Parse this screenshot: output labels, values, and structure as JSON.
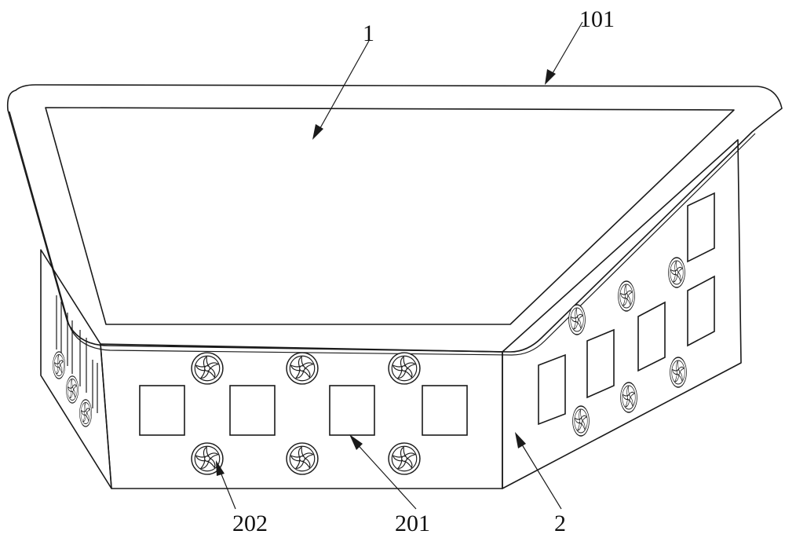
{
  "labels": {
    "top_surface": "1",
    "rim": "101",
    "body": "2",
    "window": "201",
    "fan": "202"
  },
  "colors": {
    "line": "#1a1a1a",
    "background": "#ffffff"
  }
}
